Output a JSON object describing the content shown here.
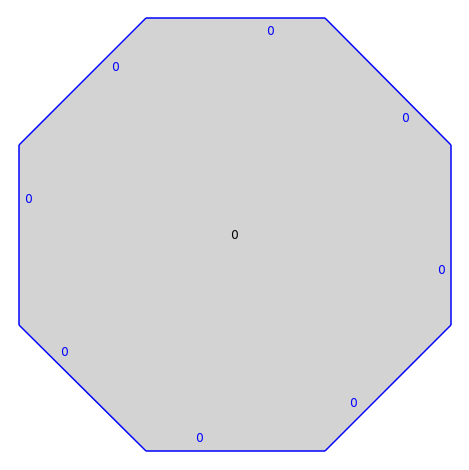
{
  "colors": {
    "fill": "#d3d3d3",
    "edge": "#0000ff",
    "edge_label": "#0000ff",
    "center_label": "#000000",
    "background": "#ffffff"
  },
  "polygon": {
    "sides": 8,
    "center_label": "0",
    "edge_labels": [
      "0",
      "0",
      "0",
      "0",
      "0",
      "0",
      "0",
      "0"
    ]
  }
}
